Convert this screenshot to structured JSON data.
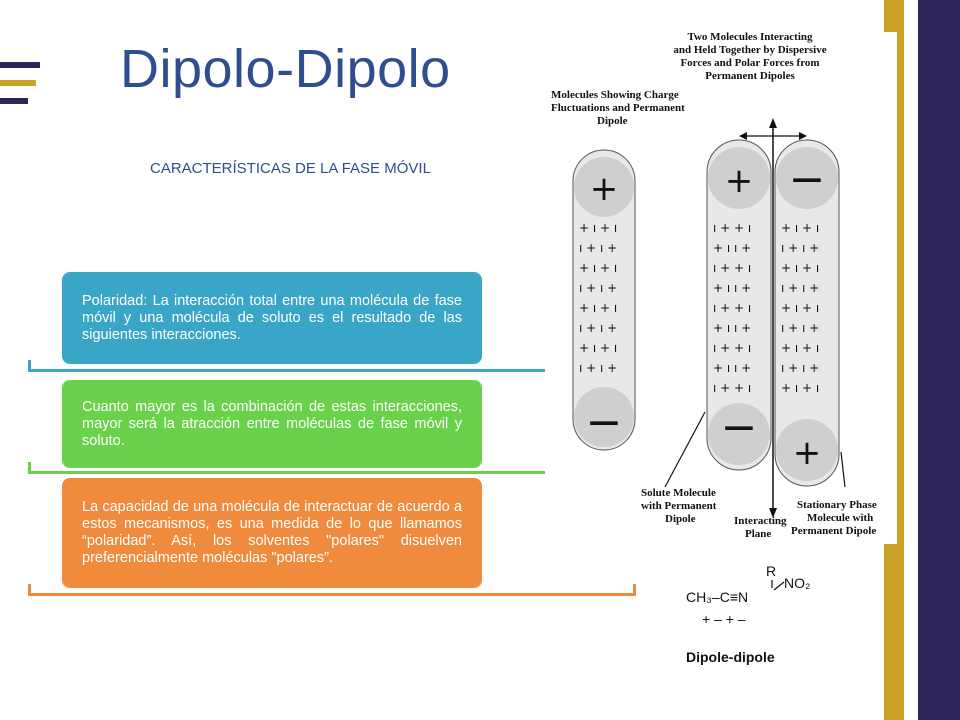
{
  "title": "Dipolo-Dipolo",
  "subtitle": "CARACTERÍSTICAS DE LA FASE MÓVIL",
  "boxes": [
    {
      "text": "Polaridad: La interacción total entre una molécula de fase móvil y una molécula de soluto es el resultado de las siguientes interacciones.",
      "color": "#3aa6c7"
    },
    {
      "text": "Cuanto mayor es la combinación de estas interacciones, mayor será la atracción entre moléculas de fase móvil y soluto.",
      "color": "#6ad14b"
    },
    {
      "text": "La capacidad de una molécula de interactuar de acuerdo a estos mecanismos, es una medida de lo que llamamos “polaridad”. Así, los solventes \"polares\" disuelven preferencialmente moléculas \"polares”.",
      "color": "#f08a3c"
    }
  ],
  "diagram": {
    "top_label": [
      "Two Molecules Interacting",
      "and Held Together by Dispersive",
      "Forces and Polar Forces from",
      "Permanent Dipoles"
    ],
    "left_label": [
      "Molecules Showing Charge",
      "Fluctuations and Permanent",
      "Dipole"
    ],
    "solute_label": [
      "Solute Molecule",
      "with Permanent",
      "Dipole"
    ],
    "plane_label": [
      "Interacting",
      "Plane"
    ],
    "stationary_label": [
      "Stationary Phase",
      "Molecule with",
      "Permanent Dipole"
    ],
    "plus": "+",
    "minus": "−"
  },
  "formula": {
    "r_group": "R",
    "chain": "CH₃–C≡N",
    "nitro": "NO₂",
    "charges": "+  –    +  –",
    "caption": "Dipole-dipole"
  },
  "colors": {
    "title": "#2e4e8f",
    "gold": "#c9a227",
    "navy": "#2b2657"
  }
}
